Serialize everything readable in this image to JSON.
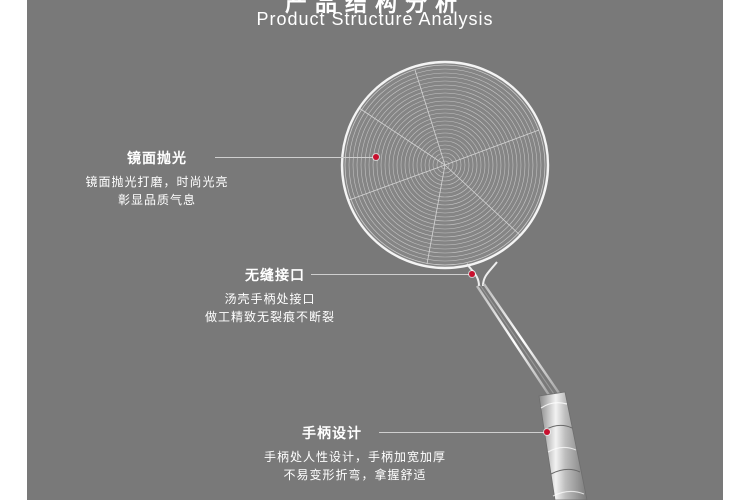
{
  "header": {
    "title_cn": "产品结构分析",
    "title_en": "Product Structure Analysis"
  },
  "callouts": [
    {
      "title": "镜面抛光",
      "desc1": "镜面抛光打磨，时尚光亮",
      "desc2": "彰显品质气息"
    },
    {
      "title": "无缝接口",
      "desc1": "汤壳手柄处接口",
      "desc2": "做工精致无裂痕不断裂"
    },
    {
      "title": "手柄设计",
      "desc1": "手柄处人性设计，手柄加宽加厚",
      "desc2": "不易变形折弯，拿握舒适"
    }
  ],
  "colors": {
    "panel": "#797979",
    "accent_dot": "#c8102e",
    "text": "#ffffff"
  }
}
